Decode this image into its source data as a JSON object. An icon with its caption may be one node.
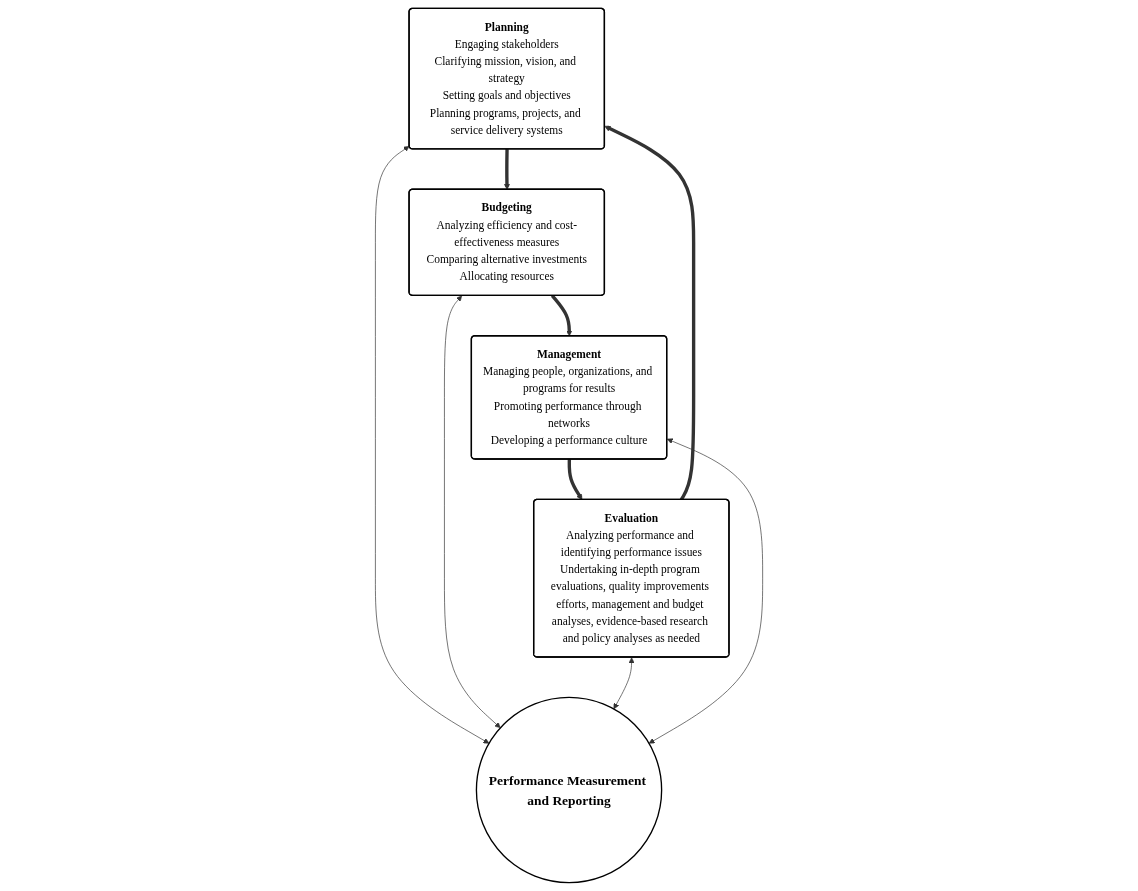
{
  "diagram": {
    "nodes": [
      {
        "text": [
          "Planning",
          "Engaging stakeholders",
          "Clarifying mission, vision, and strategy",
          "Setting goals and objectives",
          "Planning programs, projects, and service delivery systems"
        ]
      },
      {
        "text": [
          "Budgeting",
          "Analyzing efficiency and cost-effectiveness measures",
          "Comparing alternative investments",
          "Allocating resources"
        ]
      },
      {
        "text": [
          "Performance Measurement and Reporting"
        ]
      },
      {
        "text": [
          "Evaluation",
          "Analyzing performance and identifying performance issues",
          "Undertaking in-depth program evaluations, quality improvements efforts, management and budget analyses, evidence-based research and policy analyses as needed"
        ]
      },
      {
        "text": [
          "Management",
          "Managing people, organizations, and programs for results",
          "Promoting performance through networks",
          "Developing a performance culture"
        ]
      }
    ],
    "edges": [
      {
        "from": 0,
        "to": 1,
        "arrow": "to",
        "style": "thick"
      },
      {
        "from": 1,
        "to": 4,
        "arrow": "to",
        "style": "thick"
      },
      {
        "from": 4,
        "to": 3,
        "arrow": "to",
        "style": "thick"
      },
      {
        "from": 3,
        "to": 0,
        "arrow": "to",
        "style": "thick"
      },
      {
        "from": 0,
        "to": 2,
        "arrow": "both"
      },
      {
        "from": 1,
        "to": 2,
        "arrow": "both"
      },
      {
        "from": 3,
        "to": 2,
        "arrow": "both"
      },
      {
        "from": 4,
        "to": 2,
        "arrow": "both"
      }
    ]
  }
}
